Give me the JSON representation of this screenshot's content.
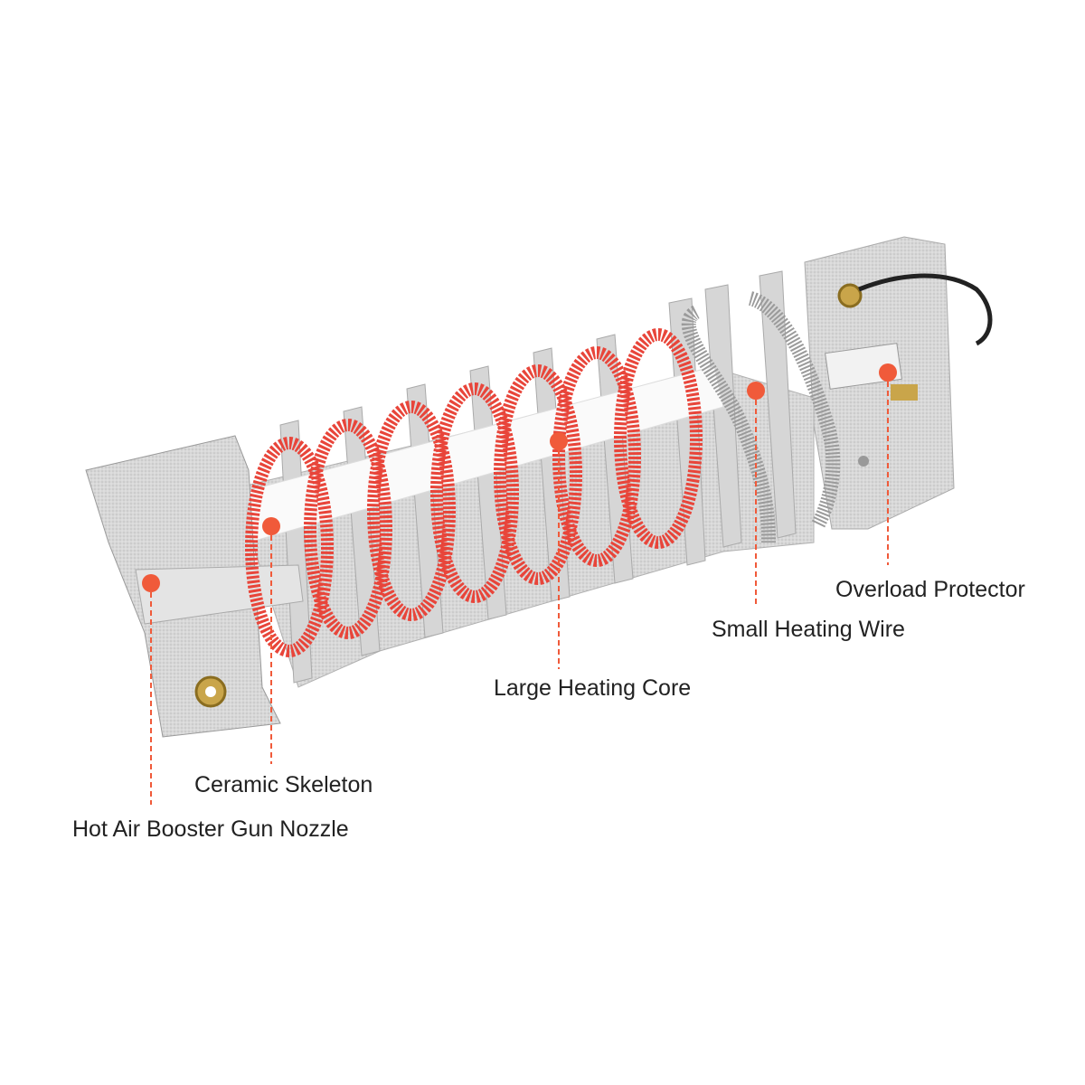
{
  "accent_color": "#f05a3a",
  "annotations": [
    {
      "id": "nozzle",
      "label": "Hot Air Booster Gun Nozzle"
    },
    {
      "id": "ceramic",
      "label": "Ceramic Skeleton"
    },
    {
      "id": "core",
      "label": "Large Heating Core"
    },
    {
      "id": "small-wire",
      "label": "Small Heating Wire"
    },
    {
      "id": "protector",
      "label": "Overload Protector"
    }
  ]
}
